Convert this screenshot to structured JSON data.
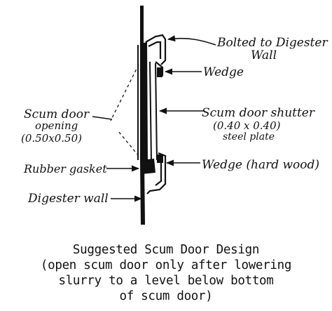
{
  "diagram": {
    "labels": {
      "bolted_line1": "Bolted to Digester",
      "bolted_line2": "Wall",
      "wedge_top": "Wedge",
      "opening_line1": "Scum door",
      "opening_line2": "opening",
      "opening_line3": "(0.50x0.50)",
      "shutter_line1": "Scum door shutter",
      "shutter_line2": "(0.40 x 0.40)",
      "shutter_line3": "steel plate",
      "wedge_bottom": "Wedge (hard wood)",
      "gasket": "Rubber gasket",
      "wall": "Digester wall"
    },
    "caption": [
      "Suggested Scum Door Design",
      "(open scum door only after lowering",
      "slurry to a level below bottom",
      "of scum door)"
    ]
  }
}
